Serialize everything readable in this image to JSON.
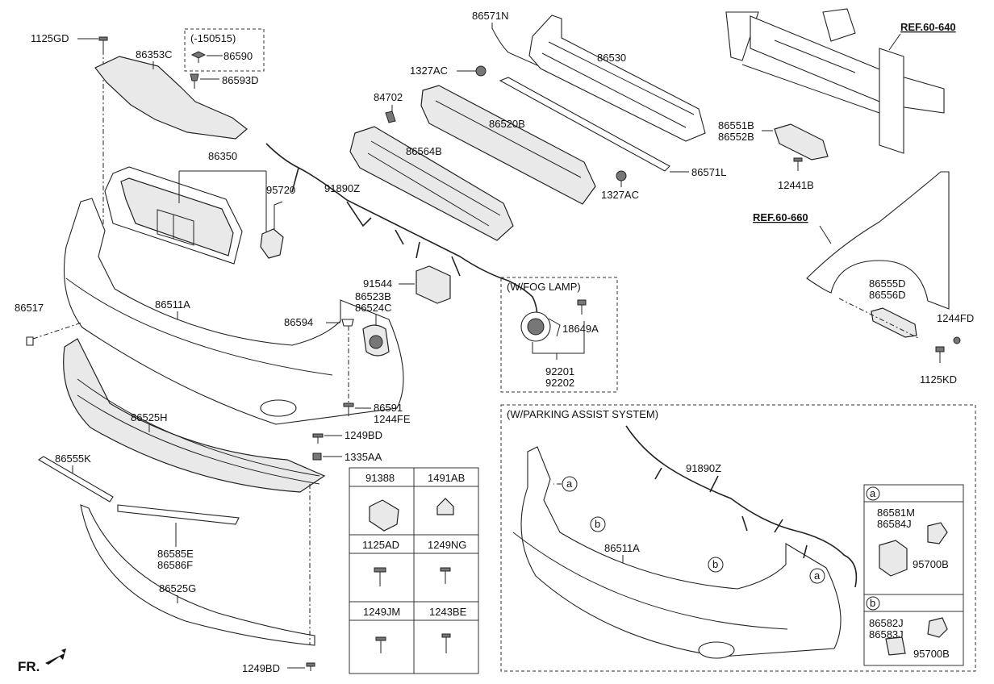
{
  "labels": {
    "l_1125GD": "1125GD",
    "l_150515": "(-150515)",
    "l_86353C": "86353C",
    "l_86590": "86590",
    "l_86593D": "86593D",
    "l_86571N": "86571N",
    "l_1327AC_top": "1327AC",
    "l_86530": "86530",
    "l_84702": "84702",
    "l_86520B": "86520B",
    "l_86564B": "86564B",
    "l_86350": "86350",
    "l_95720": "95720",
    "l_91890Z": "91890Z",
    "l_86571L": "86571L",
    "l_1327AC_bot": "1327AC",
    "l_86551B": "86551B",
    "l_86552B": "86552B",
    "l_12441B": "12441B",
    "l_86511A": "86511A",
    "l_86517": "86517",
    "l_91544": "91544",
    "l_86523B": "86523B",
    "l_86524C": "86524C",
    "l_86594": "86594",
    "l_86591": "86591",
    "l_1244FE": "1244FE",
    "l_86525H": "86525H",
    "l_1249BD_mid": "1249BD",
    "l_1335AA": "1335AA",
    "l_86555K": "86555K",
    "l_86585E": "86585E",
    "l_86586F": "86586F",
    "l_86525G": "86525G",
    "l_1249BD_bot": "1249BD",
    "l_fr": "FR.",
    "l_18649A": "18649A",
    "l_92201": "92201",
    "l_92202": "92202",
    "l_86555D": "86555D",
    "l_86556D": "86556D",
    "l_1244FD": "1244FD",
    "l_1125KD": "1125KD",
    "l_pas_91890Z": "91890Z",
    "l_pas_86511A": "86511A",
    "l_86581M": "86581M",
    "l_86584J": "86584J",
    "l_95700B_a": "95700B",
    "l_86582J": "86582J",
    "l_86583J": "86583J",
    "l_95700B_b": "95700B"
  },
  "refs": {
    "ref_60_640": "REF.60-640",
    "ref_60_660": "REF.60-660"
  },
  "boxes": {
    "fog_title": "(W/FOG LAMP)",
    "pas_title": "(W/PARKING ASSIST SYSTEM)"
  },
  "callouts": {
    "a": "a",
    "b": "b"
  },
  "fastener_table": {
    "cells": [
      "91388",
      "1491AB",
      "1125AD",
      "1249NG",
      "1249JM",
      "1243BE"
    ]
  }
}
